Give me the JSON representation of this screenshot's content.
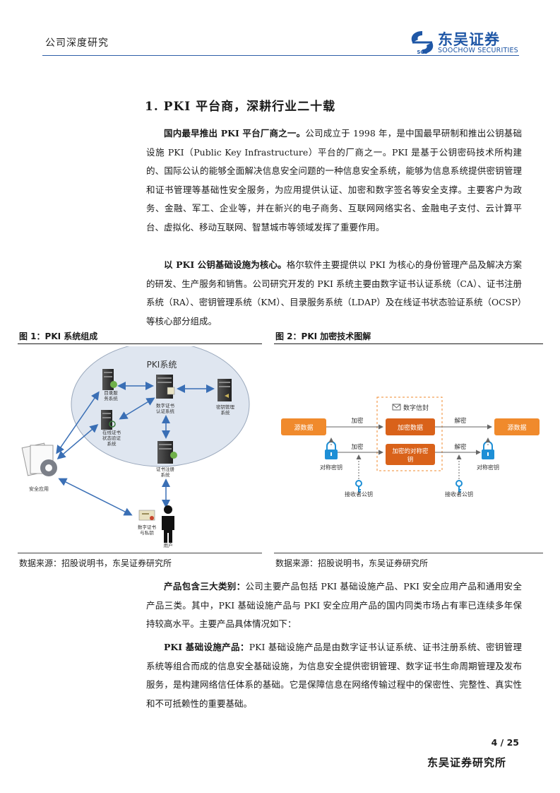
{
  "header": {
    "section_label": "公司深度研究",
    "brand_cn": "东吴证券",
    "brand_en": "SOOCHOW SECURITIES",
    "brand_mark": "SCS"
  },
  "heading": "1. PKI 平台商，深耕行业二十载",
  "paragraphs": [
    {
      "lead": "国内最早推出 PKI 平台厂商之一。",
      "body": "公司成立于 1998 年，是中国最早研制和推出公钥基础设施 PKI（Public Key Infrastructure）平台的厂商之一。PKI 是基于公钥密码技术所构建的、国际公认的能够全面解决信息安全问题的一种信息安全系统，能够为信息系统提供密钥管理和证书管理等基础性安全服务，为应用提供认证、加密和数字签名等安全支撑。主要客户为政务、金融、军工、企业等，并在新兴的电子商务、互联网网络实名、金融电子支付、云计算平台、虚拟化、移动互联网、智慧城市等领域发挥了重要作用。"
    },
    {
      "lead": "以 PKI 公钥基础设施为核心。",
      "body": "格尔软件主要提供以 PKI 为核心的身份管理产品及解决方案的研发、生产服务和销售。公司研究开发的 PKI 系统主要由数字证书认证系统（CA）、证书注册系统（RA）、密钥管理系统（KM）、目录服务系统（LDAP）及在线证书状态验证系统（OCSP）等核心部分组成。"
    },
    {
      "lead": "产品包含三大类别：",
      "body": "公司主要产品包括 PKI 基础设施产品、PKI 安全应用产品和通用安全产品三类。其中，PKI 基础设施产品与 PKI 安全应用产品的国内同类市场占有率已连续多年保持较高水平。主要产品具体情况如下："
    },
    {
      "lead": "PKI 基础设施产品：",
      "body": "PKI 基础设施产品是由数字证书认证系统、证书注册系统、密钥管理系统等组合而成的信息安全基础设施，为信息安全提供密钥管理、数字证书生命周期管理及发布服务，是构建网络信任体系的基础。它是保障信息在网络传输过程中的保密性、完整性、真实性和不可抵赖性的重要基础。"
    }
  ],
  "figure1": {
    "title": "图 1：PKI 系统组成",
    "source": "数据来源：招股说明书，东吴证券研究所",
    "labels": {
      "cluster": "PKI系统",
      "directory": "目录服\n务系统",
      "ca": "数字证书\n认证系统",
      "km": "密钥管理\n系统",
      "ocsp": "在线证书\n状态验证\n系统",
      "ra": "证书注册\n系统",
      "app": "安全应用",
      "cert": "数字证书\n与私钥",
      "user": "用户"
    }
  },
  "figure2": {
    "title": "图 2：PKI 加密技术图解",
    "source": "数据来源：招股说明书，东吴证券研究所",
    "labels": {
      "source_left": "源数据",
      "source_right": "源数据",
      "envelope": "数字信封",
      "encrypted_data": "加密数据",
      "encrypted_key": "加密的对称密钥",
      "encrypt1": "加密",
      "encrypt2": "加密",
      "decrypt1": "解密",
      "decrypt2": "解密",
      "sym_key_left": "对称密钥",
      "sym_key_right": "对称密钥",
      "pubkey_left": "接收者公钥",
      "pubkey_right": "接收者公钥"
    },
    "colors": {
      "orange": "#f08a2c",
      "dark_orange": "#d9621a",
      "blue": "#1e8fd6",
      "grey_line": "#666666"
    }
  },
  "footer": {
    "page": "4 / 25",
    "company": "东吴证券研究所"
  }
}
